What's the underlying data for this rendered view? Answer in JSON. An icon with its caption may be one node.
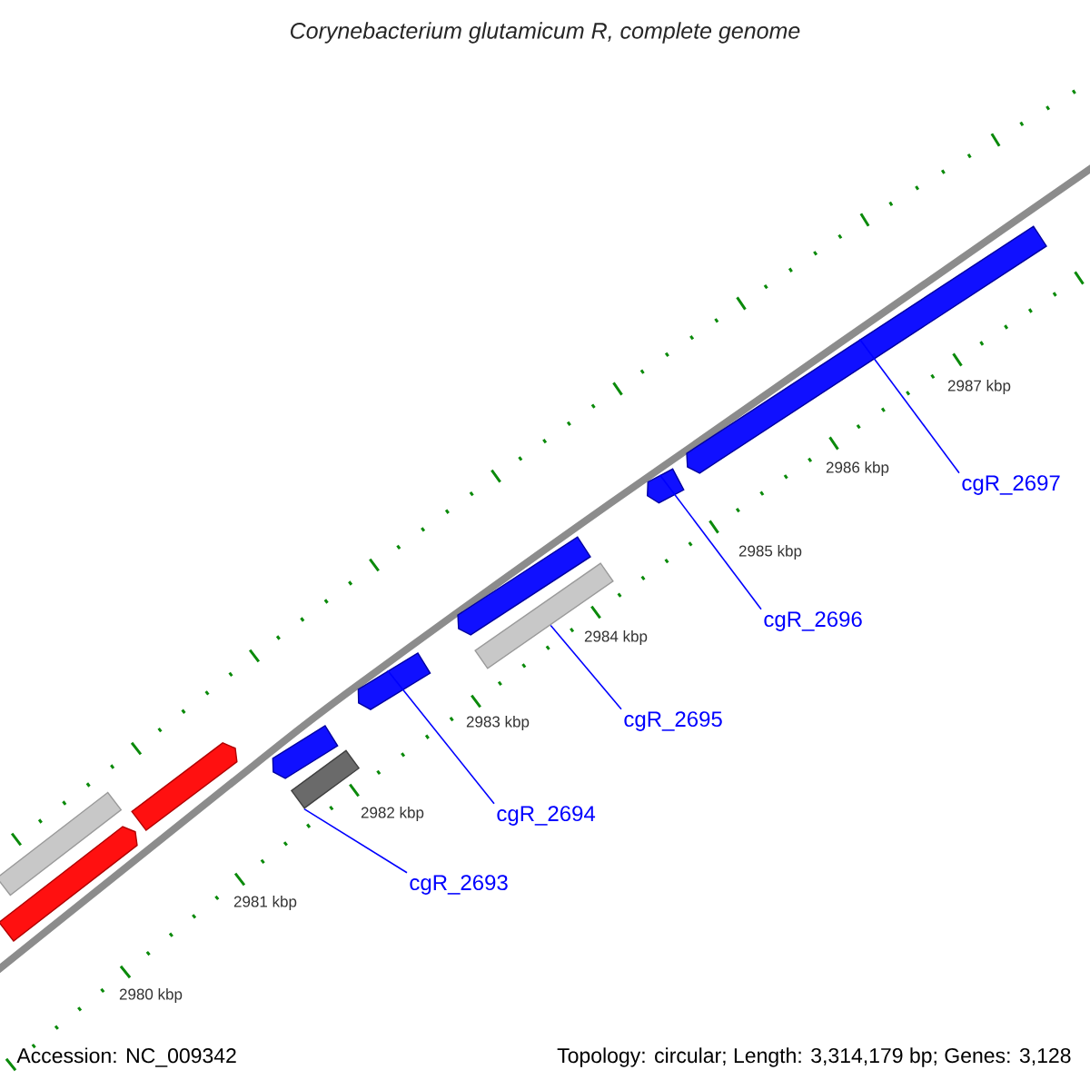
{
  "diagram": {
    "title": "Corynebacterium glutamicum R, complete genome",
    "nodes": [
      {
        "text": [],
        "shape": "box"
      },
      {
        "text": [],
        "shape": "pentagon"
      },
      {
        "text": [],
        "shape": "pentagon"
      },
      {
        "text": [],
        "shape": "pentagon"
      },
      {
        "text": [],
        "shape": "box"
      },
      {
        "text": [],
        "shape": "pentagon"
      },
      {
        "text": [],
        "shape": "pentagon"
      },
      {
        "text": [],
        "shape": "box"
      },
      {
        "text": [],
        "shape": "pentagon"
      },
      {
        "text": [],
        "shape": "pentagon"
      },
      {
        "text": [
          "cgR_2693"
        ]
      },
      {
        "text": [
          "cgR_2694"
        ]
      },
      {
        "text": [
          "cgR_2695"
        ]
      },
      {
        "text": [
          "cgR_2696"
        ]
      },
      {
        "text": [
          "cgR_2697"
        ]
      }
    ],
    "edges": [
      {
        "from": 10,
        "to": 4,
        "arrow": "none"
      },
      {
        "from": 11,
        "to": 5,
        "arrow": "none"
      },
      {
        "from": 12,
        "to": 7,
        "arrow": "none"
      },
      {
        "from": 13,
        "to": 8,
        "arrow": "none"
      },
      {
        "from": 14,
        "to": 9,
        "arrow": "none"
      }
    ],
    "labels": [
      "2980 kbp",
      "2981 kbp",
      "2982 kbp",
      "2983 kbp",
      "2984 kbp",
      "2985 kbp",
      "2986 kbp",
      "2987 kbp",
      "Accession: NC_009342",
      "Topology: circular; Length: 3,314,179 bp; Genes: 3,128"
    ]
  }
}
